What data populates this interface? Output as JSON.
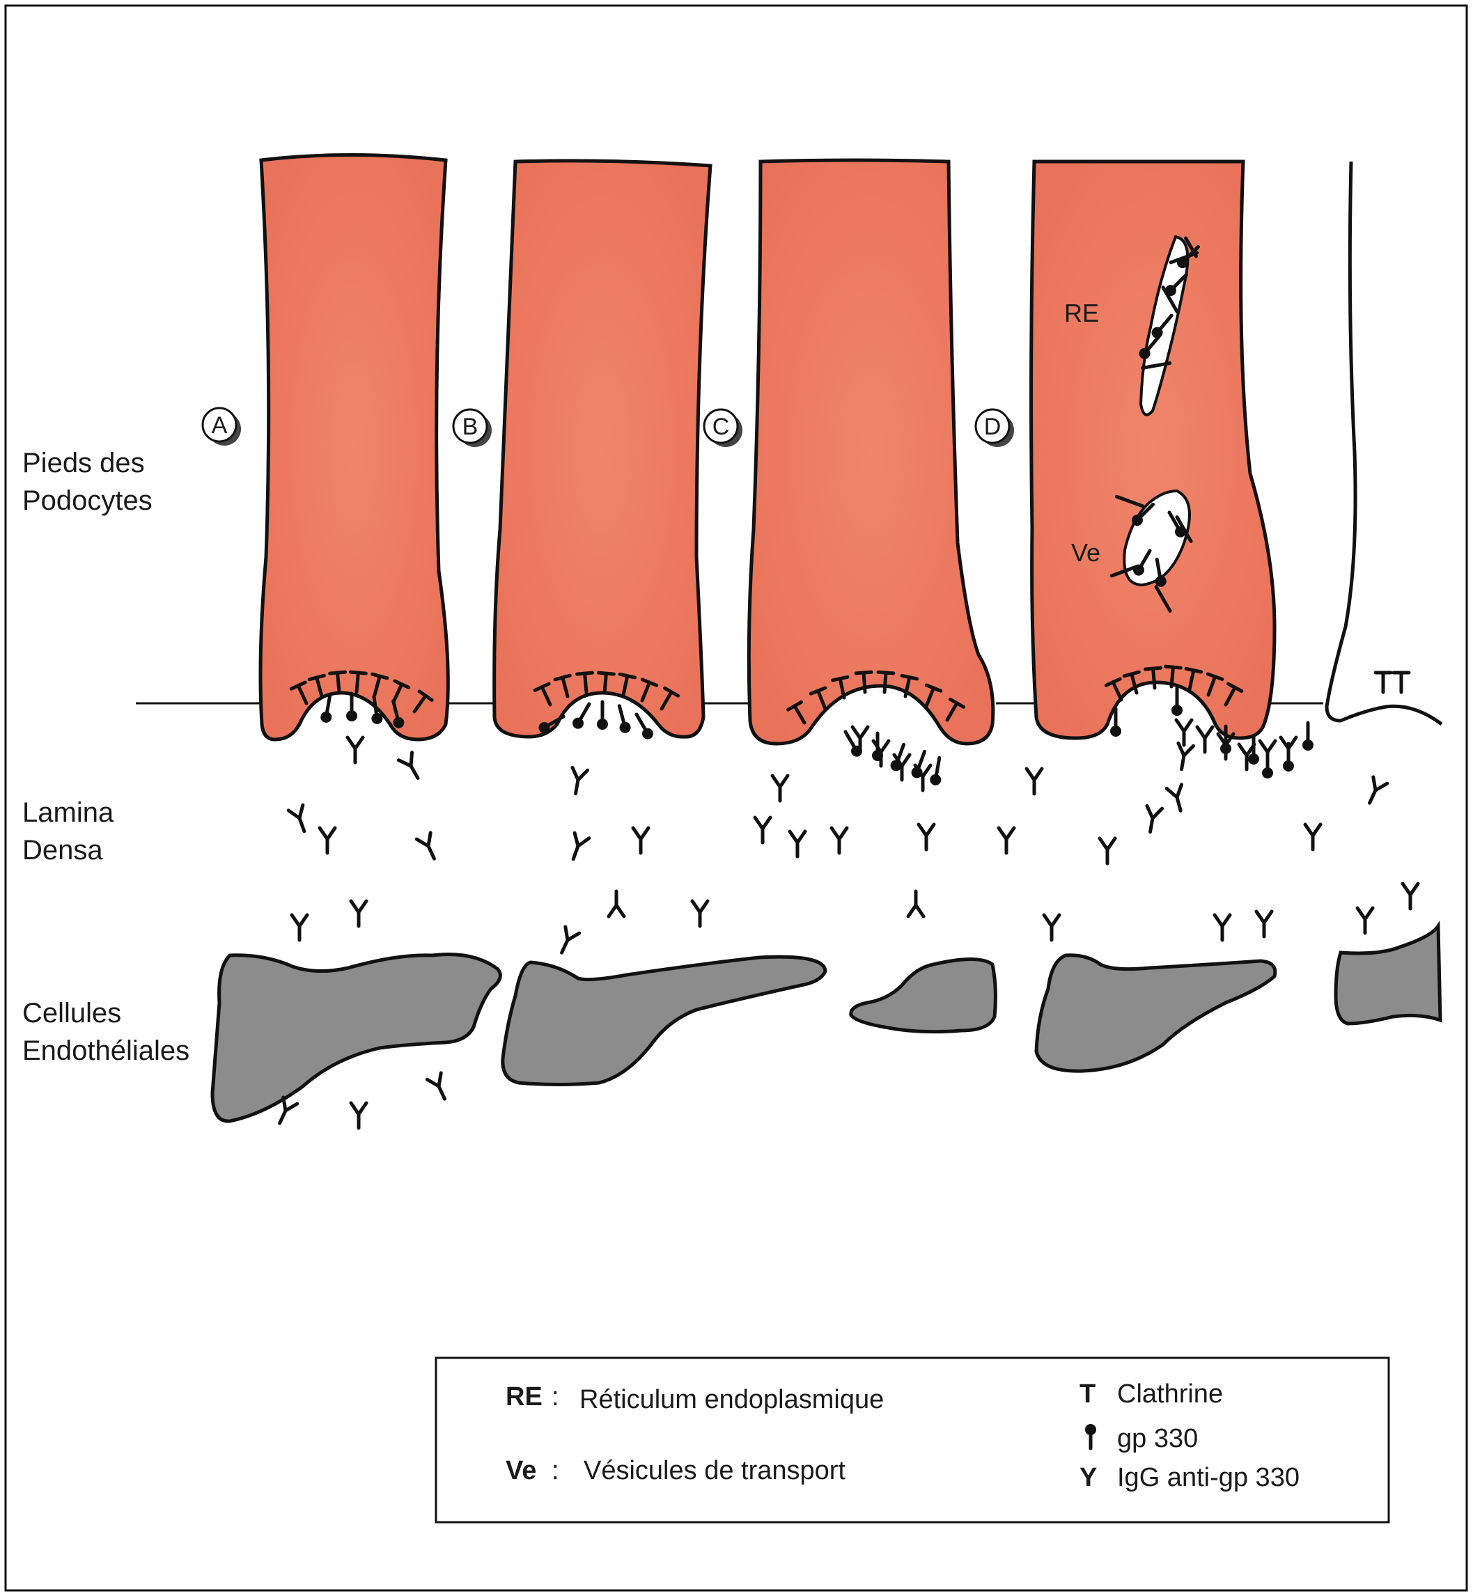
{
  "labels": {
    "podocytes": [
      "Pieds des",
      "Podocytes"
    ],
    "lamina": [
      "Lamina",
      "Densa"
    ],
    "endothelial": [
      "Cellules",
      "Endothéliales"
    ]
  },
  "panels": [
    "A",
    "B",
    "C",
    "D"
  ],
  "inner": {
    "re": "RE",
    "ve": "Ve"
  },
  "legend": {
    "re_abbr": "RE",
    "re_sep": ":",
    "re_text": "Réticulum endoplasmique",
    "ve_abbr": "Ve",
    "ve_sep": ":",
    "ve_text": "Vésicules de transport",
    "clathrin_symbol": "T",
    "clathrin_text": "Clathrine",
    "gp330_text": "gp 330",
    "igg_symbol": "Y",
    "igg_text": "IgG anti-gp 330"
  },
  "colors": {
    "podocyte": "#ED7A60",
    "endothelial": "#8C8C8C",
    "outline": "#111111"
  }
}
